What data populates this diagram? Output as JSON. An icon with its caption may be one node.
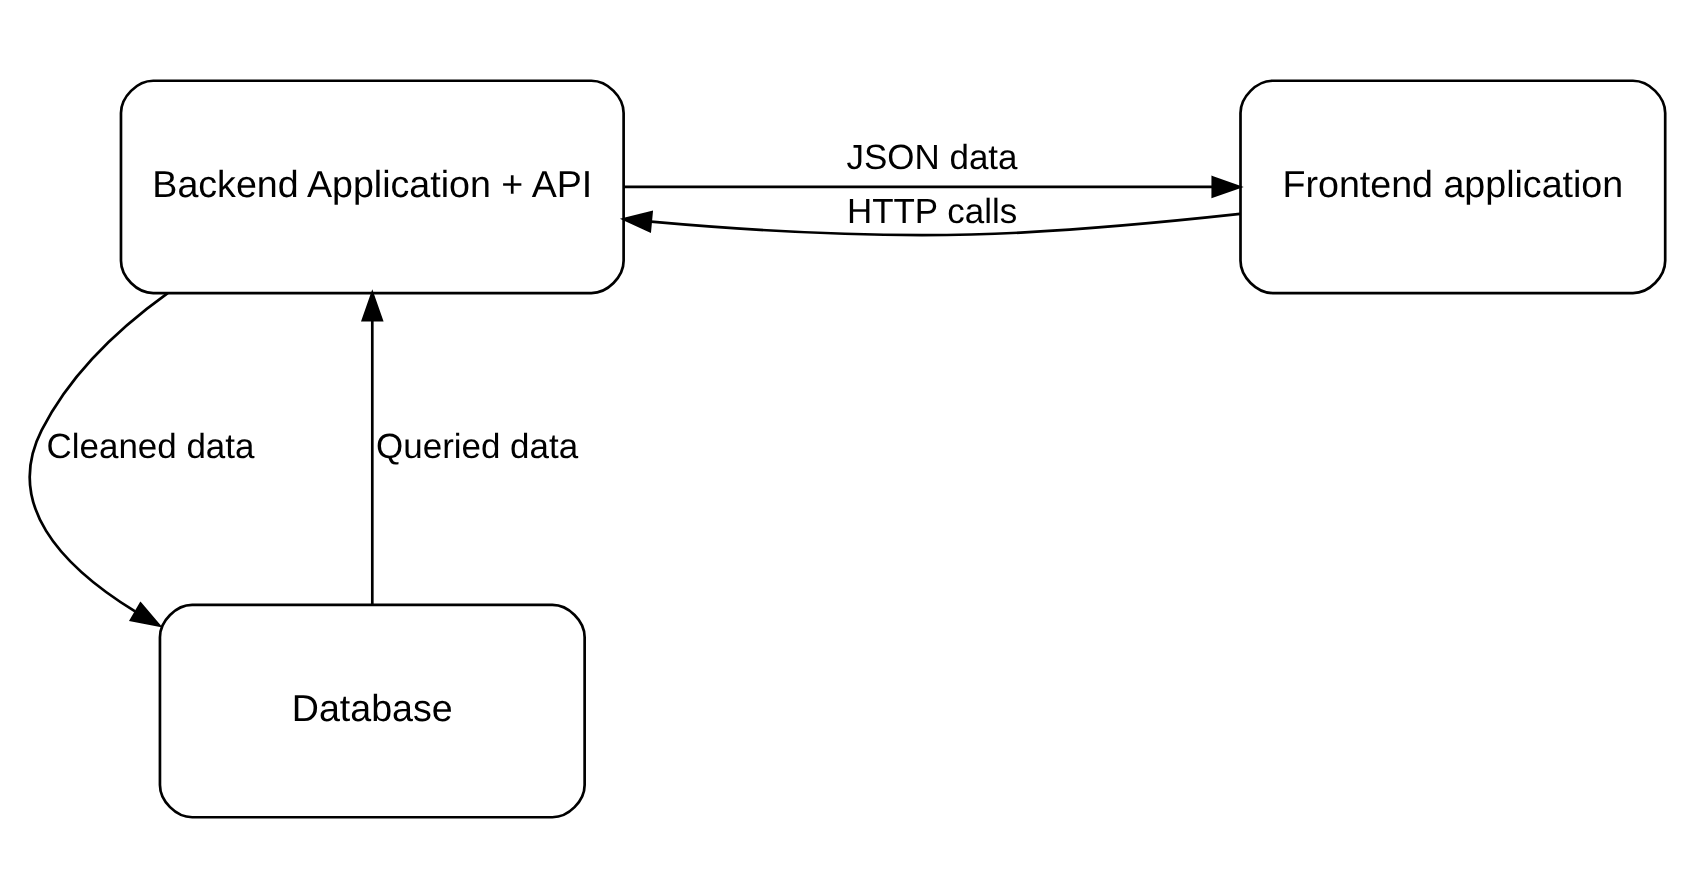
{
  "diagram": {
    "nodes": [
      {
        "text": [
          "Backend Application + API"
        ]
      },
      {
        "text": [
          "Frontend application"
        ]
      },
      {
        "text": [
          "Database"
        ]
      }
    ],
    "edges": [
      {
        "from": 0,
        "to": 1,
        "arrow": "to",
        "label": "JSON data"
      },
      {
        "from": 1,
        "to": 0,
        "arrow": "to",
        "label": "HTTP calls"
      },
      {
        "from": 0,
        "to": 2,
        "arrow": "to",
        "label": "Cleaned data"
      },
      {
        "from": 2,
        "to": 0,
        "arrow": "to",
        "label": "Queried data"
      }
    ]
  }
}
